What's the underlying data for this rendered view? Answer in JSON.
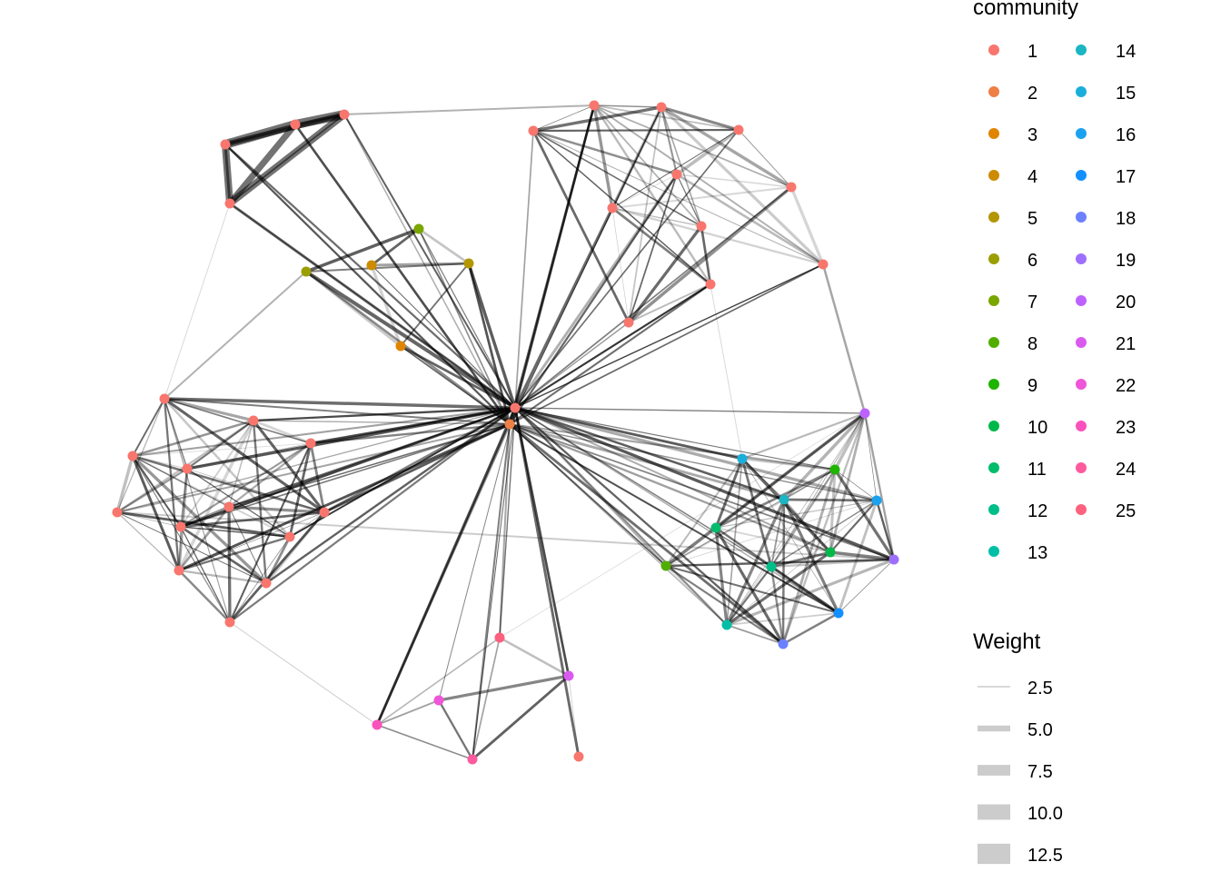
{
  "legend_community": {
    "title": "community",
    "items": [
      {
        "label": "1",
        "color": "#F8766D"
      },
      {
        "label": "2",
        "color": "#EE7F45"
      },
      {
        "label": "3",
        "color": "#E08500"
      },
      {
        "label": "4",
        "color": "#CC8B00"
      },
      {
        "label": "5",
        "color": "#B49600"
      },
      {
        "label": "6",
        "color": "#9A9E00"
      },
      {
        "label": "7",
        "color": "#7AA600"
      },
      {
        "label": "8",
        "color": "#51AE00"
      },
      {
        "label": "9",
        "color": "#1EB400"
      },
      {
        "label": "10",
        "color": "#00B84A"
      },
      {
        "label": "11",
        "color": "#00BC6C"
      },
      {
        "label": "12",
        "color": "#00BE8A"
      },
      {
        "label": "13",
        "color": "#00BFA6"
      },
      {
        "label": "14",
        "color": "#1BB5C3"
      },
      {
        "label": "15",
        "color": "#1AAEDB"
      },
      {
        "label": "16",
        "color": "#1AA2F0"
      },
      {
        "label": "17",
        "color": "#1390FF"
      },
      {
        "label": "18",
        "color": "#6B80FF"
      },
      {
        "label": "19",
        "color": "#9E6FFC"
      },
      {
        "label": "20",
        "color": "#BE62FF"
      },
      {
        "label": "21",
        "color": "#DA5AF0"
      },
      {
        "label": "22",
        "color": "#EE55D8"
      },
      {
        "label": "23",
        "color": "#FA52BC"
      },
      {
        "label": "24",
        "color": "#FE5A9E"
      },
      {
        "label": "25",
        "color": "#FD617E"
      }
    ]
  },
  "legend_weight": {
    "title": "Weight",
    "items": [
      {
        "label": "2.5",
        "value": 2.5
      },
      {
        "label": "5.0",
        "value": 5.0
      },
      {
        "label": "7.5",
        "value": 7.5
      },
      {
        "label": "10.0",
        "value": 10.0
      },
      {
        "label": "12.5",
        "value": 12.5
      }
    ],
    "color": "#CCCCCC"
  },
  "network": {
    "edge_color": "#000000",
    "node_communities": [
      1,
      1,
      1,
      1,
      1,
      1,
      1,
      1,
      1,
      1,
      1,
      1,
      1,
      1,
      1,
      1,
      1,
      1,
      1,
      1,
      1,
      1,
      1,
      1,
      1,
      1,
      1,
      1,
      1,
      2,
      3,
      4,
      5,
      6,
      7,
      8,
      9,
      10,
      11,
      12,
      13,
      14,
      15,
      16,
      17,
      18,
      19,
      20,
      21,
      22,
      23,
      24,
      25,
      1
    ]
  }
}
